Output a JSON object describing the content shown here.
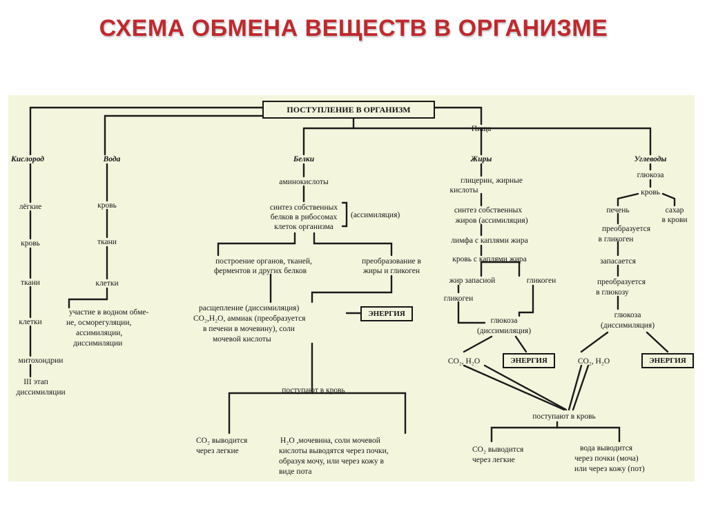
{
  "title": "СХЕМА ОБМЕНА ВЕЩЕСТВ В ОРГАНИЗМЕ",
  "root": "ПОСТУПЛЕНИЕ В ОРГАНИЗМ",
  "food": "Пища",
  "oxygen": {
    "label": "Кислород",
    "steps": [
      "лёгкие",
      "кровь",
      "ткани",
      "клетки",
      "митохондрии",
      "III этап",
      "диссимиляции"
    ]
  },
  "water": {
    "label": "Вода",
    "steps": [
      "кровь",
      "ткани",
      "клетки"
    ],
    "role": [
      "участие в водном обме-",
      "не, осморегуляции,",
      "ассимиляции,",
      "диссимиляции"
    ]
  },
  "proteins": {
    "label": "Белки",
    "amino": "аминокислоты",
    "synthesis": [
      "синтез собственных",
      "белков в рибосомах",
      "клеток организма"
    ],
    "assimilation": "(ассимиляция)",
    "building": [
      "построение органов, тканей,",
      "ферментов и других белков"
    ],
    "conversion": [
      "преобразование в",
      "жиры и гликоген"
    ],
    "breakdown": [
      "расщепление (диссимиляция)",
      "CO₂,H₂O, аммиак (преобразуется",
      "в печени в мочевину), соли",
      "мочевой кислоты"
    ],
    "energy": "ЭНЕРГИЯ",
    "to_blood": "поступают в кровь",
    "co2_out": [
      "CO₂ выводится",
      "через легкие"
    ],
    "h2o_out": [
      "H₂O ,мочевина, соли  мочевой",
      "кислоты выводятся через почки,",
      "образуя мочу, или  через кожу в",
      "виде пота"
    ]
  },
  "fats": {
    "label": "Жиры",
    "glycerol": [
      "глицерин, жирные",
      "кислоты"
    ],
    "synthesis": [
      "синтез собственных",
      "жиров  (ассимиляция)"
    ],
    "lymph": "лимфа с каплями жира",
    "blood": "кровь с каплями жира",
    "reserve": "жир запасной",
    "glycogen_r": "гликоген",
    "glycogen_l": "гликоген",
    "glucose": [
      "глюкоза",
      "(диссимиляция)"
    ],
    "products": "CO₂, H₂O",
    "energy": "ЭНЕРГИЯ"
  },
  "carbs": {
    "label": "Углеводы",
    "glucose": "глюкоза",
    "blood": "кровь",
    "liver": "печень",
    "sugar": [
      "сахар",
      "в крови"
    ],
    "to_glycogen": [
      "преобразуется",
      "в гликоген"
    ],
    "stored": "запасается",
    "to_glucose": [
      "преобразуется",
      "в глюкозу"
    ],
    "glucose_diss": [
      "глюкоза",
      "(диссимиляция)"
    ],
    "products": "CO₂, H₂O",
    "energy": "ЭНЕРГИЯ"
  },
  "common": {
    "to_blood": "поступают в кровь",
    "co2_out": [
      "CO₂  выводится",
      "через легкие"
    ],
    "water_out": [
      "вода выводится",
      "через почки  (моча)",
      "или через кожу  (пот)"
    ]
  }
}
